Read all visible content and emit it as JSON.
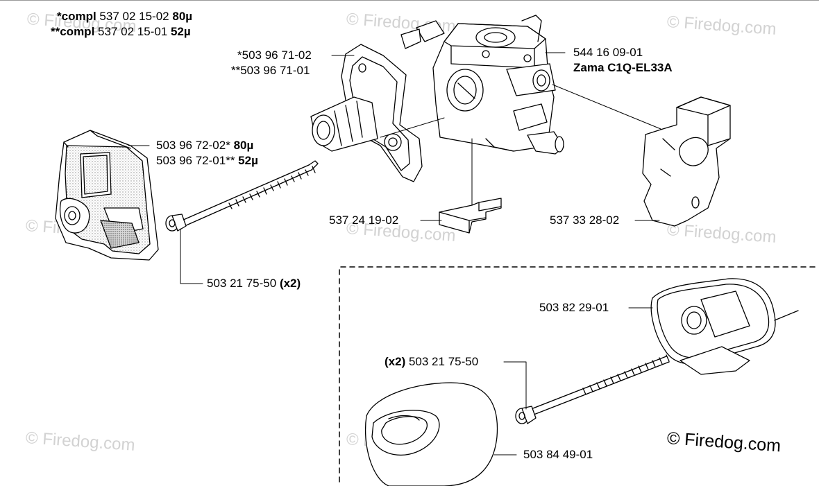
{
  "header": {
    "line1": {
      "prefix": "*compl",
      "number": "537 02 15-02",
      "micron": "80µ"
    },
    "line2": {
      "prefix": "**compl",
      "number": "537 02 15-01",
      "micron": "52µ"
    }
  },
  "parts": {
    "intake_flange_a": "*503 96 71-02",
    "intake_flange_b": "**503 96 71-01",
    "carburetor": "544 16 09-01",
    "carburetor_model": "Zama C1Q-EL33A",
    "air_filter_a_number": "503 96 72-02*",
    "air_filter_a_micron": "80µ",
    "air_filter_b_number": "503 96 72-01**",
    "air_filter_b_micron": "52µ",
    "gasket_block": "537 24 19-02",
    "insulator_plate": "537 33 28-02",
    "screw": "503 21 75-50",
    "screw_qty": "(x2)",
    "choke_assembly": "503 82 29-01",
    "screw_inset_qty": "(x2)",
    "screw_inset": "503 21 75-50",
    "sleeve": "503 84 49-01"
  },
  "watermark": "© Firedog.com",
  "copyright": "© Firedog.com"
}
